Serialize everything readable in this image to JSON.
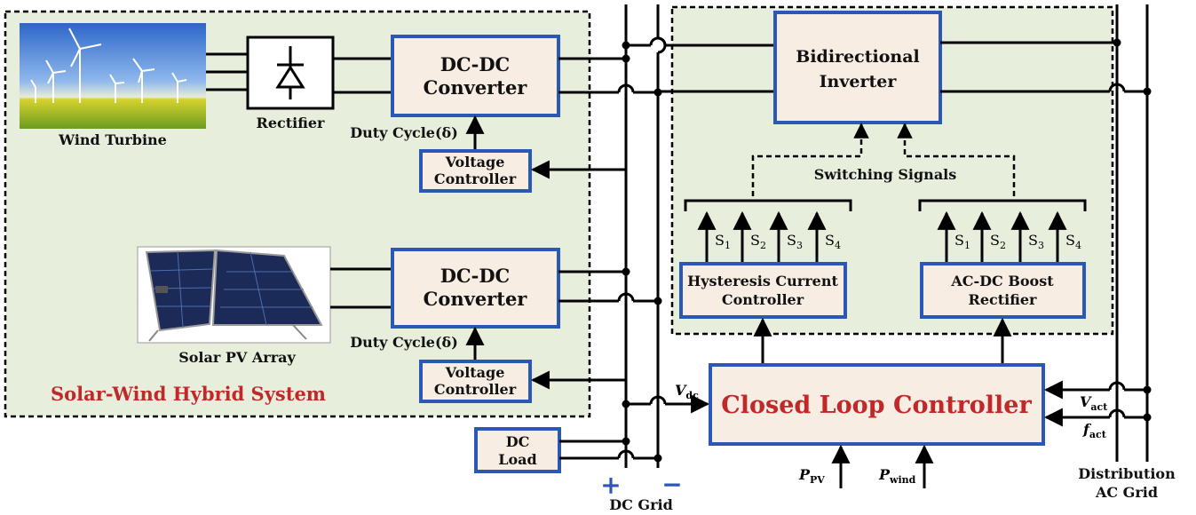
{
  "colors": {
    "region_fill": "#e8eedc",
    "block_fill": "#f8ede3",
    "block_border": "#2b57b5",
    "line": "#000000",
    "accent_red": "#c0282a",
    "sign_blue": "#2b57b5"
  },
  "regions": {
    "hybrid_system_title": "Solar-Wind Hybrid System"
  },
  "wind": {
    "label": "Wind Turbine",
    "rectifier_label": "Rectifier",
    "converter_line1": "DC-DC",
    "converter_line2": "Converter",
    "duty_cycle": "Duty Cycle(δ)",
    "voltage_ctrl_line1": "Voltage",
    "voltage_ctrl_line2": "Controller"
  },
  "solar": {
    "label": "Solar PV Array",
    "converter_line1": "DC-DC",
    "converter_line2": "Converter",
    "duty_cycle": "Duty Cycle(δ)",
    "voltage_ctrl_line1": "Voltage",
    "voltage_ctrl_line2": "Controller"
  },
  "inverter": {
    "line1": "Bidirectional",
    "line2": "Inverter",
    "switching_signals": "Switching Signals",
    "hysteresis_line1": "Hysteresis Current",
    "hysteresis_line2": "Controller",
    "boost_line1": "AC-DC Boost",
    "boost_line2": "Rectifier",
    "left_signals": [
      "S",
      "S",
      "S",
      "S"
    ],
    "left_signal_subs": [
      "1",
      "2",
      "3",
      "4"
    ],
    "right_signals": [
      "S",
      "S",
      "S",
      "S"
    ],
    "right_signal_subs": [
      "1",
      "2",
      "3",
      "4"
    ]
  },
  "controller": {
    "title": "Closed Loop Controller",
    "vdc_main": "V",
    "vdc_sub": "dc",
    "vact_main": "V",
    "vact_sub": "act",
    "fact_main": "f",
    "fact_sub": "act",
    "ppv_main": "P",
    "ppv_sub": "PV",
    "pwind_main": "P",
    "pwind_sub": "wind"
  },
  "load": {
    "line1": "DC",
    "line2": "Load"
  },
  "grid": {
    "dc_grid": "DC Grid",
    "plus": "+",
    "minus": "−",
    "ac_line1": "Distribution",
    "ac_line2": "AC Grid"
  }
}
